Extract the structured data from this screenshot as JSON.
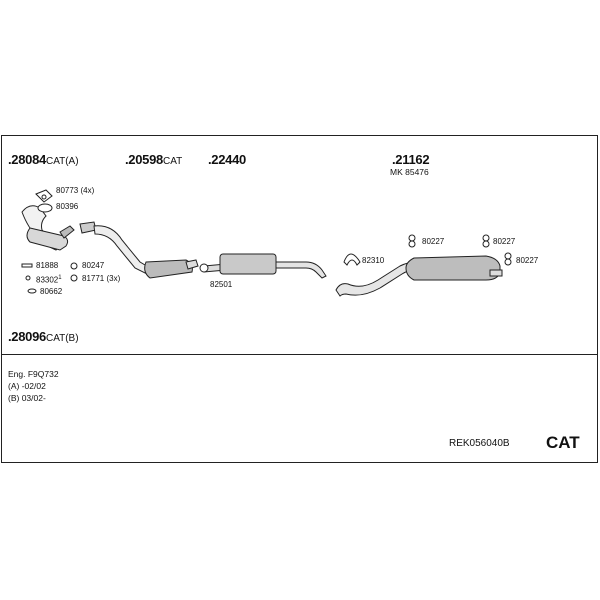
{
  "parts_top": [
    {
      "num": ".28084",
      "suffix": "CAT(A)"
    },
    {
      "num": ".20598",
      "suffix": "CAT"
    },
    {
      "num": ".22440",
      "suffix": ""
    },
    {
      "num": ".21162",
      "suffix": ""
    }
  ],
  "kit_label": "MK 85476",
  "part_bottom": {
    "num": ".28096",
    "suffix": "CAT(B)"
  },
  "small_parts": {
    "p80773": "80773 (4x)",
    "p80396": "80396",
    "p81888": "81888",
    "p80247": "80247",
    "p83302": "83302",
    "p83302_sup": "1",
    "p81771": "81771 (3x)",
    "p80662": "80662",
    "p82501": "82501",
    "p82310": "82310",
    "p80227a": "80227",
    "p80227b": "80227",
    "p80227c": "80227"
  },
  "engine_notes": {
    "eng": "Eng. F9Q732",
    "a": "(A) -02/02",
    "b": "(B) 03/02-"
  },
  "reference": "REK056040B",
  "category": "CAT"
}
